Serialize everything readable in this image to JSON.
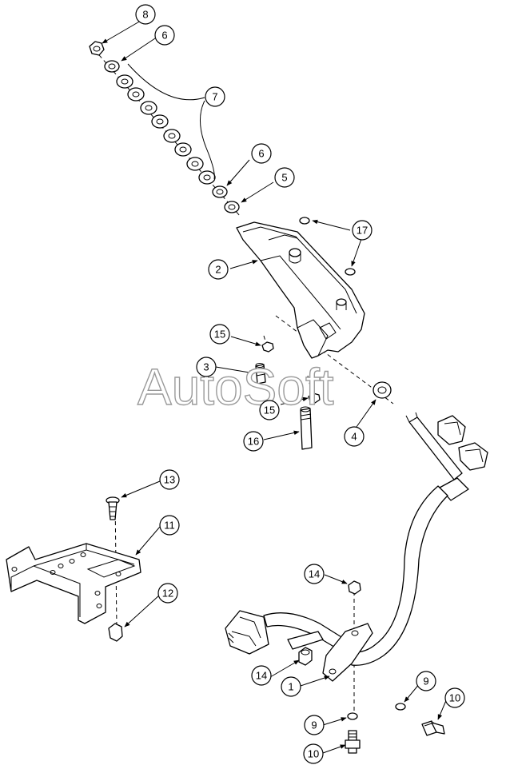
{
  "watermark": "AutoSoft",
  "callouts": {
    "c8": "8",
    "c6a": "6",
    "c7": "7",
    "c6b": "6",
    "c5": "5",
    "c17": "17",
    "c2": "2",
    "c15a": "15",
    "c3": "3",
    "c15b": "15",
    "c16": "16",
    "c4": "4",
    "c13": "13",
    "c11": "11",
    "c12": "12",
    "c14a": "14",
    "c14b": "14",
    "c1": "1",
    "c9a": "9",
    "c9b": "9",
    "c10a": "10",
    "c10b": "10"
  }
}
